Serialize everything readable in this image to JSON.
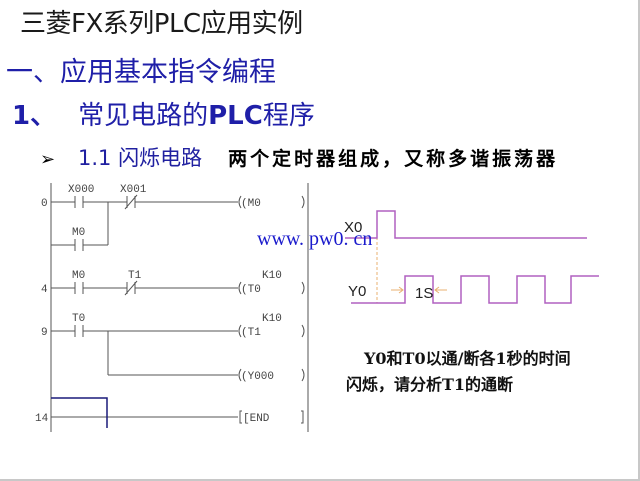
{
  "slide": {
    "title": "三菱FX系列PLC应用实例",
    "heading1": "一、应用基本指令编程",
    "heading2": {
      "number": "1、",
      "text": "常见电路的",
      "plc": "PLC",
      "suffix": "程序"
    },
    "bullet": {
      "icon": "arrow-bullet-icon",
      "glyph": "➢",
      "label": "1.1 闪烁电路",
      "description": "两个定时器组成，又称多谐振荡器"
    },
    "watermark": "www. pw0. cn",
    "note": {
      "line1": "Y0和T0以通/断各1秒的时间",
      "line2": "闪烁，请分析T1的通断"
    }
  },
  "ladder": {
    "rungs": [
      {
        "step": "0",
        "contacts": [
          "X000",
          "X001"
        ],
        "parallel": "M0",
        "coil": "(M0",
        "const": ""
      },
      {
        "step": "4",
        "contacts": [
          "M0",
          "T1"
        ],
        "coil": "(T0",
        "const": "K10"
      },
      {
        "step": "9",
        "contacts": [
          "T0"
        ],
        "coil": "(T1",
        "const": "K10",
        "coil2": "(Y000"
      },
      {
        "step": "14",
        "coil": "[END"
      }
    ]
  },
  "timing": {
    "signals": [
      "X0",
      "Y0"
    ],
    "interval_label": "1S",
    "colors": {
      "wave": "#b060c0",
      "guide": "#e8b070",
      "watermark": "#1a1acc",
      "heading": "#1f1fa8"
    }
  }
}
